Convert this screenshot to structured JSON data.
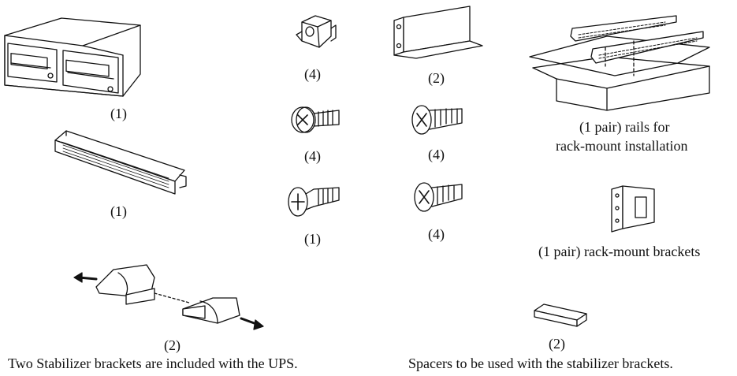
{
  "items": {
    "ups_unit": {
      "qty": "(1)"
    },
    "front_bezel": {
      "qty": "(1)"
    },
    "cage_nuts": {
      "qty": "(4)"
    },
    "screws_washer": {
      "qty": "(4)"
    },
    "screw_ground": {
      "qty": "(1)"
    },
    "l_brackets": {
      "qty": "(2)"
    },
    "flat_screws_a": {
      "qty": "(4)"
    },
    "flat_screws_b": {
      "qty": "(4)"
    },
    "rails": {
      "line1": "(1 pair) rails for",
      "line2": "rack-mount installation"
    },
    "rack_brackets": {
      "label": "(1 pair) rack-mount brackets"
    },
    "stabilizers": {
      "qty": "(2)",
      "caption": "Two Stabilizer brackets are included with the UPS."
    },
    "spacers": {
      "qty": "(2)",
      "caption": "Spacers to be used with the stabilizer brackets."
    }
  }
}
